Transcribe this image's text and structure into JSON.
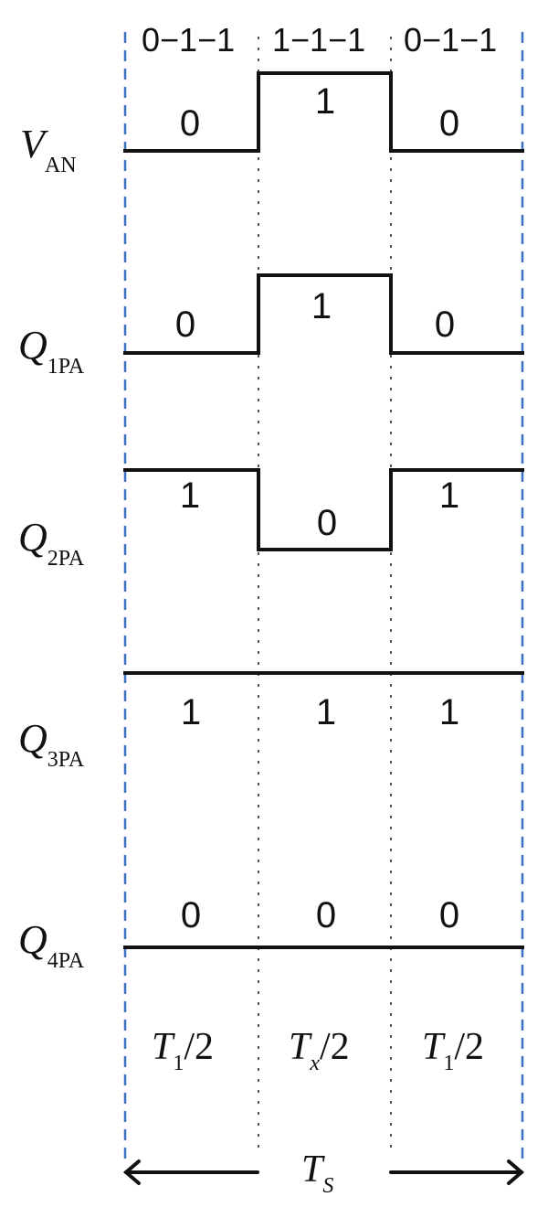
{
  "colors": {
    "boundary": "#3a6fc4",
    "line": "#111111",
    "divider": "#555555"
  },
  "states": [
    "0−1−1",
    "1−1−1",
    "0−1−1"
  ],
  "signals": [
    {
      "main": "V",
      "sub": "AN",
      "levels": [
        0,
        1,
        0
      ],
      "bits": [
        "0",
        "1",
        "0"
      ]
    },
    {
      "main": "Q",
      "sub": "1PA",
      "levels": [
        0,
        1,
        0
      ],
      "bits": [
        "0",
        "1",
        "0"
      ]
    },
    {
      "main": "Q",
      "sub": "2PA",
      "levels": [
        1,
        0,
        1
      ],
      "bits": [
        "1",
        "0",
        "1"
      ]
    },
    {
      "main": "Q",
      "sub": "3PA",
      "levels": [
        1,
        1,
        1
      ],
      "bits": [
        "1",
        "1",
        "1"
      ]
    },
    {
      "main": "Q",
      "sub": "4PA",
      "levels": [
        0,
        0,
        0
      ],
      "bits": [
        "0",
        "0",
        "0"
      ]
    }
  ],
  "periods": [
    {
      "main": "T",
      "sub": "1",
      "rest": "/2"
    },
    {
      "main": "T",
      "sub": "x",
      "rest": "/2"
    },
    {
      "main": "T",
      "sub": "1",
      "rest": "/2"
    }
  ],
  "total": {
    "main": "T",
    "sub": "S"
  }
}
